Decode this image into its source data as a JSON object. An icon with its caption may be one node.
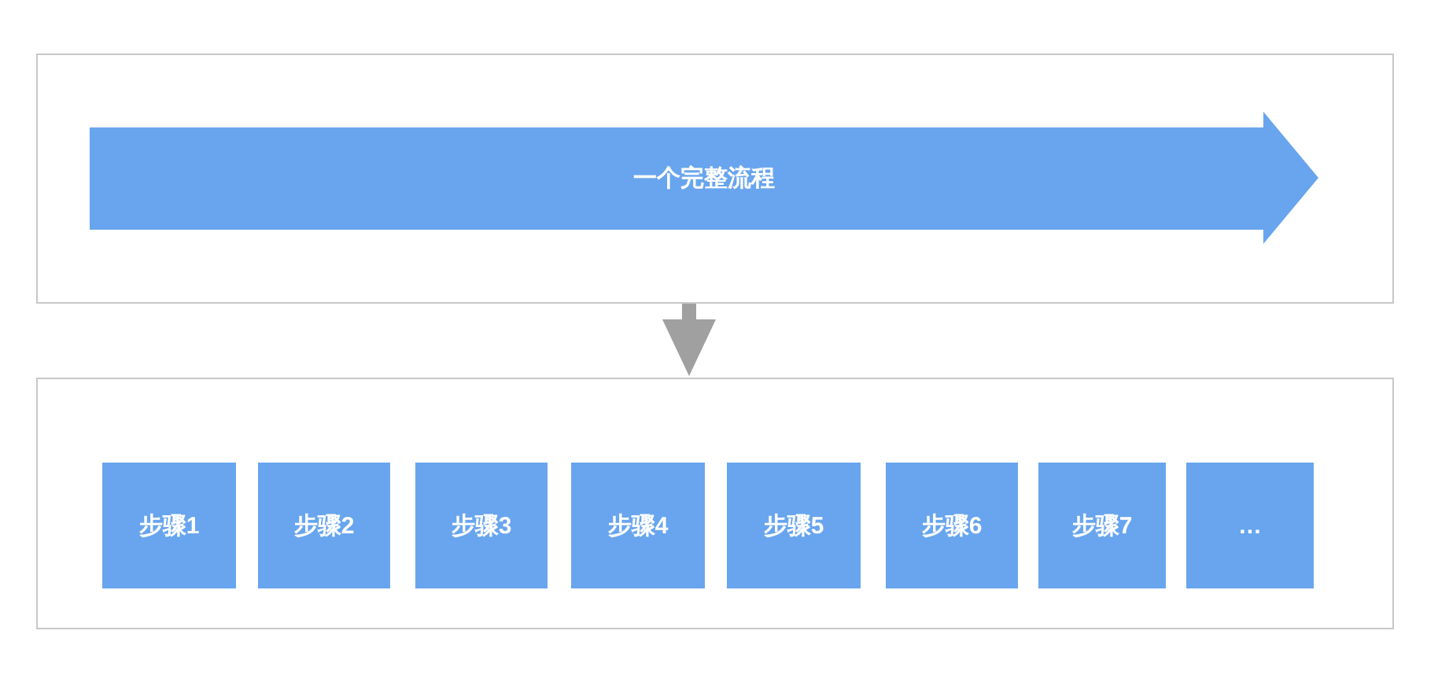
{
  "diagram": {
    "nodes": [
      {
        "text": [],
        "shape": "box"
      },
      {
        "text": [
          "一个完整流程"
        ],
        "in": 0
      },
      {
        "text": [],
        "shape": "box"
      },
      {
        "text": [
          "步骤1"
        ],
        "in": 2
      },
      {
        "text": [
          "步骤2"
        ],
        "in": 2
      },
      {
        "text": [
          "步骤3"
        ],
        "in": 2
      },
      {
        "text": [
          "步骤4"
        ],
        "in": 2
      },
      {
        "text": [
          "步骤5"
        ],
        "in": 2
      },
      {
        "text": [
          "步骤6"
        ],
        "in": 2
      },
      {
        "text": [
          "步骤7"
        ],
        "in": 2
      },
      {
        "text": [
          "…"
        ],
        "in": 2
      }
    ],
    "edges": [
      {
        "from": 0,
        "to": 2,
        "arrow": "to"
      }
    ]
  }
}
